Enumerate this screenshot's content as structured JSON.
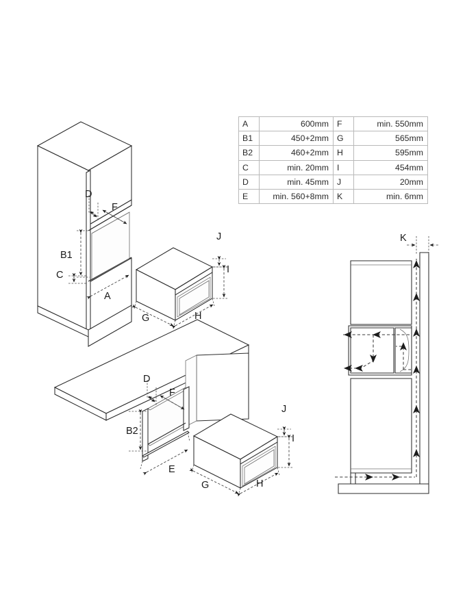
{
  "document": {
    "type": "installation-dimension-diagram",
    "subject": "built-in oven / microwave niche installation drawing",
    "background_color": "#ffffff",
    "line_color": "#2b2b2b"
  },
  "dimension_table": {
    "columns": 2,
    "rows": [
      {
        "left_key": "A",
        "left_value": "600mm",
        "right_key": "F",
        "right_value": "min. 550mm"
      },
      {
        "left_key": "B1",
        "left_value": "450+2mm",
        "right_key": "G",
        "right_value": "565mm"
      },
      {
        "left_key": "B2",
        "left_value": "460+2mm",
        "right_key": "H",
        "right_value": "595mm"
      },
      {
        "left_key": "C",
        "left_value": "min. 20mm",
        "right_key": "I",
        "right_value": "454mm"
      },
      {
        "left_key": "D",
        "left_value": "min. 45mm",
        "right_key": "J",
        "right_value": "20mm"
      },
      {
        "left_key": "E",
        "left_value": "min. 560+8mm",
        "right_key": "K",
        "right_value": "min. 6mm"
      }
    ]
  },
  "figures": [
    {
      "id": "tall-housing-unit",
      "title": "Tall cabinet installation (isometric)",
      "labels": [
        "D",
        "F",
        "B1",
        "C",
        "A"
      ]
    },
    {
      "id": "appliance-isometric-top",
      "title": "Appliance outer dimensions (isometric)",
      "labels": [
        "J",
        "I",
        "G",
        "H"
      ]
    },
    {
      "id": "under-worktop-unit",
      "title": "Under-worktop cabinet installation (isometric)",
      "labels": [
        "D",
        "F",
        "B2",
        "E"
      ]
    },
    {
      "id": "appliance-isometric-bottom",
      "title": "Appliance outer dimensions (isometric)",
      "labels": [
        "J",
        "I",
        "G",
        "H"
      ]
    },
    {
      "id": "ventilation-section",
      "title": "Ventilation airflow cross-section",
      "labels": [
        "K"
      ]
    }
  ],
  "callouts": {
    "fig1": {
      "d": "D",
      "f": "F",
      "b1": "B1",
      "c": "C",
      "a": "A"
    },
    "fig2": {
      "j": "J",
      "i": "I",
      "g": "G",
      "h": "H"
    },
    "fig3": {
      "d": "D",
      "f": "F",
      "b2": "B2",
      "e": "E"
    },
    "fig4": {
      "j": "J",
      "i": "I",
      "g": "G",
      "h": "H"
    },
    "fig5": {
      "k": "K"
    }
  }
}
